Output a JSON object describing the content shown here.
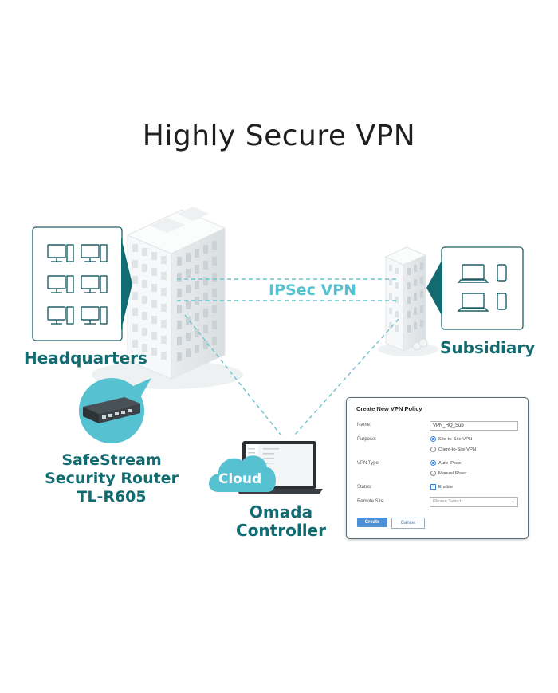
{
  "title": "Highly Secure VPN",
  "labels": {
    "headquarters": "Headquarters",
    "subsidiary": "Subsidiary",
    "ipsec_vpn": "IPSec VPN",
    "router_lines": [
      "SafeStream",
      "Security Router",
      "TL-R605"
    ],
    "omada_lines": [
      "Omada",
      "Controller"
    ],
    "cloud": "Cloud"
  },
  "dialog": {
    "title": "Create New VPN Policy",
    "name_label": "Name:",
    "name_value": "VPN_HQ_Sub",
    "purpose_label": "Purpose:",
    "purpose_options": [
      "Site-to-Site VPN",
      "Client-to-Site VPN"
    ],
    "purpose_selected": "Site-to-Site VPN",
    "vpn_type_label": "VPN Type:",
    "vpn_type_options": [
      "Auto IPsec",
      "Manual IPsec"
    ],
    "vpn_type_selected": "Auto IPsec",
    "status_label": "Status:",
    "status_enable": "Enable",
    "status_checked": true,
    "remote_site_label": "Remote Site:",
    "remote_site_placeholder": "Please Select...",
    "create_button": "Create",
    "cancel_button": "Cancel"
  },
  "colors": {
    "teal_dark": "#126b71",
    "teal_light": "#56c1d1",
    "dashed_line": "#6cc4cf",
    "device_stroke": "#1f5f66",
    "building": "#f2f4f5"
  },
  "icons": [
    "desktop-icon",
    "laptop-icon",
    "phone-icon",
    "router-icon",
    "cloud-icon",
    "monitor-icon",
    "building-icon"
  ]
}
